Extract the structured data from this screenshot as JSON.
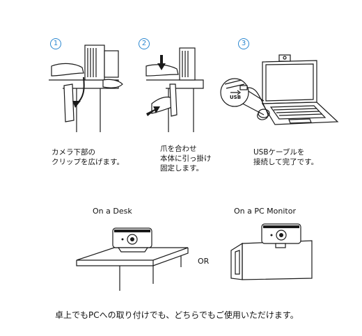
{
  "steps": [
    {
      "number": "1",
      "caption": "カメラ下部の\nクリップを広げます。"
    },
    {
      "number": "2",
      "caption": "爪を合わせ\n本体に引っ掛け\n固定します。"
    },
    {
      "number": "3",
      "caption": "USBケーブルを\n接続して完了です。"
    }
  ],
  "usb_label": "USB",
  "mount_desk_label": "On a Desk",
  "mount_or_label": "OR",
  "mount_monitor_label": "On a PC Monitor",
  "footer_text": "卓上でもPCへの取り付けでも、どちらでもご使用いただけます。",
  "colors": {
    "step_number": "#2a87d0",
    "line": "#1a1a1a"
  }
}
